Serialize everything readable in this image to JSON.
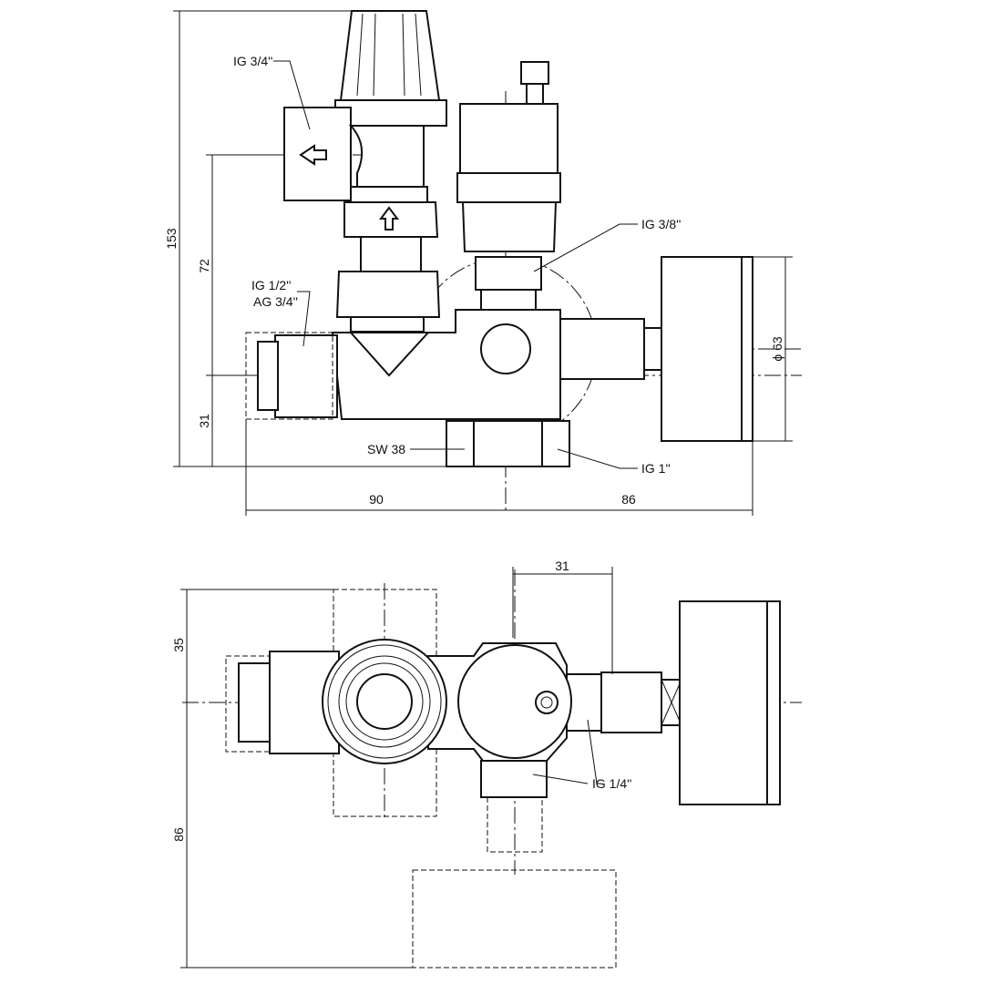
{
  "front_view": {
    "dimensions": {
      "height_total": "153",
      "height_upper": "72",
      "height_lower": "31",
      "width_left": "90",
      "width_right": "86",
      "gauge_diameter": "ϕ 63"
    },
    "callouts": {
      "outlet_thread": "IG 3/4''",
      "inlet_thread_inner": "IG 1/2''",
      "inlet_thread_outer": "AG 3/4''",
      "vent_thread": "IG 3/8''",
      "wrench_size": "SW 38",
      "bottom_thread": "IG 1''"
    }
  },
  "top_view": {
    "dimensions": {
      "offset": "31",
      "depth_upper": "35",
      "depth_lower": "86"
    },
    "callouts": {
      "gauge_thread": "IG 1/4''"
    }
  }
}
